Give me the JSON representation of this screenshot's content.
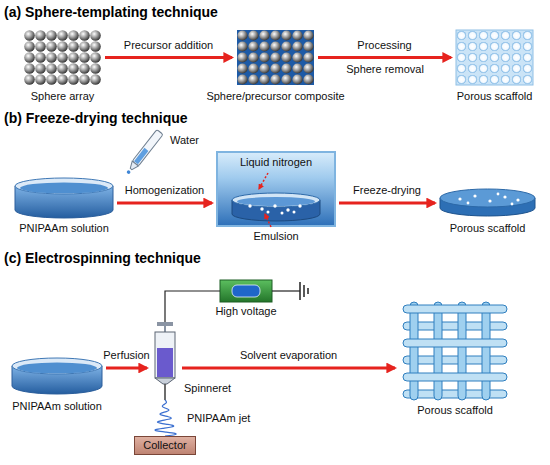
{
  "diagram": {
    "nodes": [
      {
        "text": [
          "Sphere array"
        ]
      },
      {
        "text": [
          "Sphere/precursor composite"
        ]
      },
      {
        "text": [
          "Porous scaffold"
        ]
      },
      {
        "text": [
          "PNIPAAm solution"
        ]
      },
      {
        "text": [
          "Liquid nitrogen",
          "Emulsion"
        ]
      },
      {
        "text": [
          "Porous scaffold"
        ]
      },
      {
        "text": [
          "PNIPAAm solution"
        ]
      },
      {
        "text": [
          "Spinneret"
        ]
      },
      {
        "text": [
          "High voltage"
        ]
      },
      {
        "text": [
          "Collector"
        ]
      },
      {
        "text": [
          "Porous scaffold"
        ]
      }
    ],
    "edges": [
      {
        "from": 0,
        "to": 1,
        "arrow": "to",
        "label": "Precursor addition"
      },
      {
        "from": 1,
        "to": 2,
        "arrow": "to",
        "label": "Processing"
      },
      {
        "from": 3,
        "to": 4,
        "arrow": "to",
        "label": "Homogenization"
      },
      {
        "from": 4,
        "to": 5,
        "arrow": "to",
        "label": "Freeze-drying"
      },
      {
        "from": 6,
        "to": 7,
        "arrow": "to",
        "label": "Perfusion"
      },
      {
        "from": 7,
        "to": 10,
        "arrow": "to",
        "label": "Solvent evaporation"
      },
      {
        "from": 7,
        "to": 8,
        "arrow": "none"
      },
      {
        "from": 7,
        "to": 9,
        "arrow": "none",
        "label": "PNIPAAm jet"
      }
    ],
    "labels": [
      "(a) Sphere-templating technique",
      "(b) Freeze-drying technique",
      "(c) Electrospinning technique",
      "Sphere removal",
      "Water"
    ]
  }
}
